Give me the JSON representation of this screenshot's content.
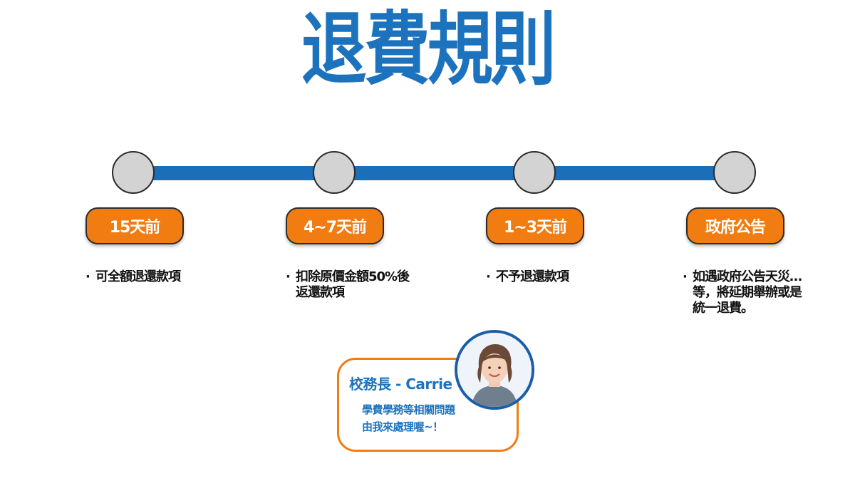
{
  "title": "退費規則",
  "timeline": [
    {
      "label": "15天前",
      "desc": [
        "可全額退還款項"
      ]
    },
    {
      "label": "4~7天前",
      "desc": [
        "扣除原價金額50%後",
        "返還款項"
      ]
    },
    {
      "label": "1~3天前",
      "desc": [
        "不予退還款項"
      ]
    },
    {
      "label": "政府公告",
      "desc": [
        "如遇政府公告天災…",
        "等，將延期舉辦或是",
        "統一退費。"
      ]
    }
  ],
  "bullet": "·",
  "contact": {
    "name": "校務長 - Carrie",
    "message_line1": "學費學務等相關問題",
    "message_line2": "由我來處理喔~！"
  },
  "colors": {
    "primary_blue": "#1d72bd",
    "accent_orange": "#f07c12",
    "node_gray": "#d3d3d3"
  }
}
